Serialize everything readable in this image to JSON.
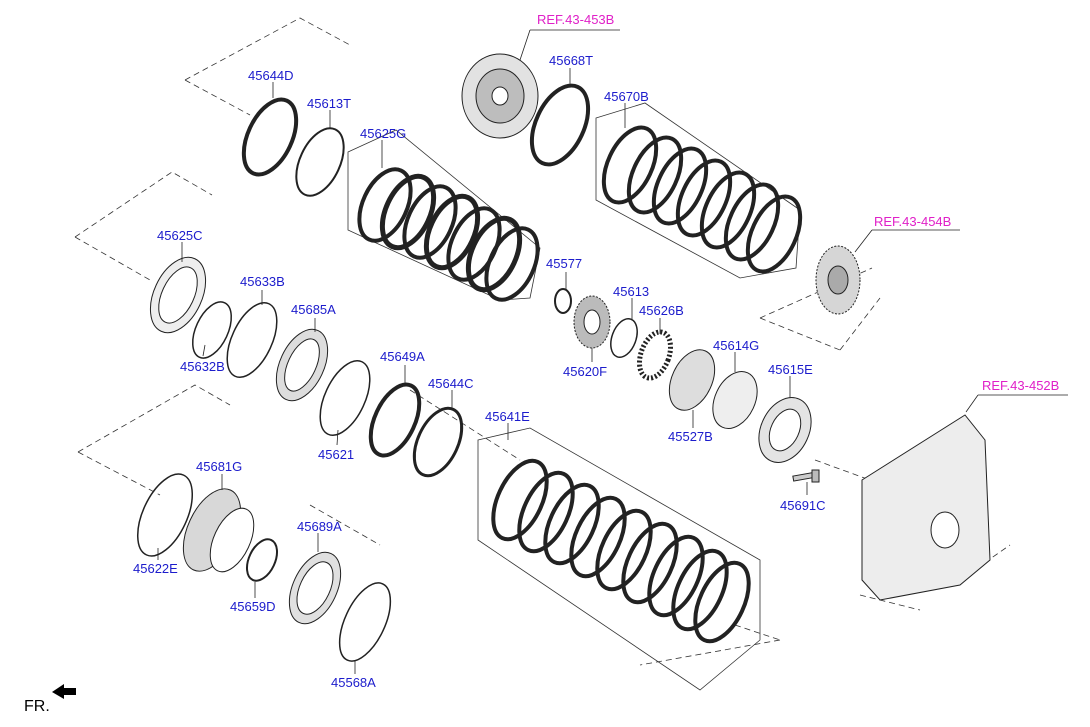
{
  "parts": {
    "p45644D": "45644D",
    "p45613T": "45613T",
    "p45625G": "45625G",
    "p45668T": "45668T",
    "p45670B": "45670B",
    "p45625C": "45625C",
    "p45633B": "45633B",
    "p45685A": "45685A",
    "p45632B": "45632B",
    "p45577": "45577",
    "p45613": "45613",
    "p45626B": "45626B",
    "p45620F": "45620F",
    "p45614G": "45614G",
    "p45615E": "45615E",
    "p45649A": "45649A",
    "p45644C": "45644C",
    "p45641E": "45641E",
    "p45621": "45621",
    "p45527B": "45527B",
    "p45691C": "45691C",
    "p45681G": "45681G",
    "p45689A": "45689A",
    "p45622E": "45622E",
    "p45659D": "45659D",
    "p45568A": "45568A"
  },
  "refs": {
    "r453B": "REF.43-453B",
    "r454B": "REF.43-454B",
    "r452B": "REF.43-452B"
  },
  "direction_marker": "FR.",
  "colors": {
    "part_label": "#1c1ccc",
    "ref_label": "#e020c8"
  }
}
